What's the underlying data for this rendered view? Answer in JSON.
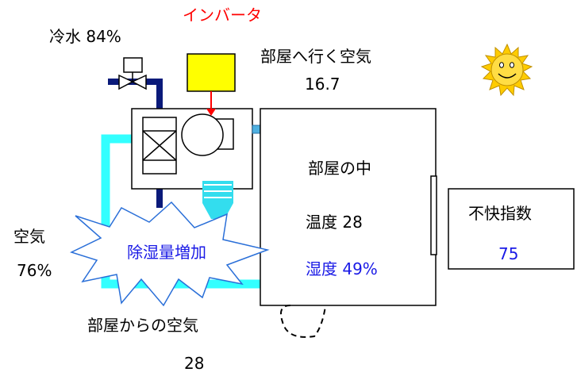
{
  "labels": {
    "inverter": "インバータ",
    "chilled_water": "冷水 84%",
    "supply_air_title": "部屋へ行く空気",
    "supply_air_value": "16.7",
    "room_title": "部屋の中",
    "room_temperature": "温度 28",
    "room_humidity": "湿度 49%",
    "discomfort_title": "不快指数",
    "discomfort_value": "75",
    "outside_air_title": "空気",
    "outside_air_value": "76%",
    "dehumidify_burst": "除湿量増加",
    "return_air_title": "部屋からの空気",
    "return_air_value": "28"
  },
  "colors": {
    "water_pipe": "#0a1a7a",
    "air_duct": "#33ffff",
    "supply_arrow": "#4fb0e0",
    "inverter_box": "#ffff00",
    "inverter_arrow": "#ff0000",
    "sun": "#ffcc00",
    "accent_blue": "#1a1ae6"
  },
  "icons": [
    "sun-icon",
    "valve-icon",
    "fan-icon",
    "coil-icon",
    "drain-pan-icon"
  ]
}
